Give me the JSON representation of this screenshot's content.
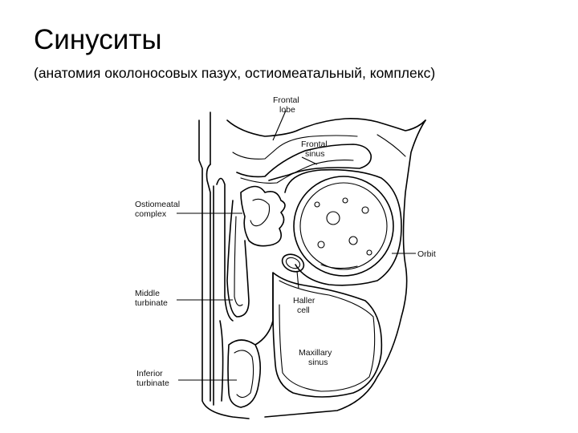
{
  "page": {
    "title": "Синуситы",
    "subtitle": "(анатомия околоносовых пазух, остиомеатальный, комплекс)"
  },
  "diagram": {
    "labels": {
      "frontal_lobe": [
        "Frontal",
        "lobe"
      ],
      "frontal_sinus": [
        "Frontal",
        "sinus"
      ],
      "ostiomeatal_complex": [
        "Ostiomeatal",
        "complex"
      ],
      "orbit": [
        "Orbit"
      ],
      "middle_turbinate": [
        "Middle",
        "turbinate"
      ],
      "haller_cell": [
        "Haller",
        "cell"
      ],
      "maxillary_sinus": [
        "Maxillary",
        "sinus"
      ],
      "inferior_turbinate": [
        "Inferior",
        "turbinate"
      ]
    }
  }
}
